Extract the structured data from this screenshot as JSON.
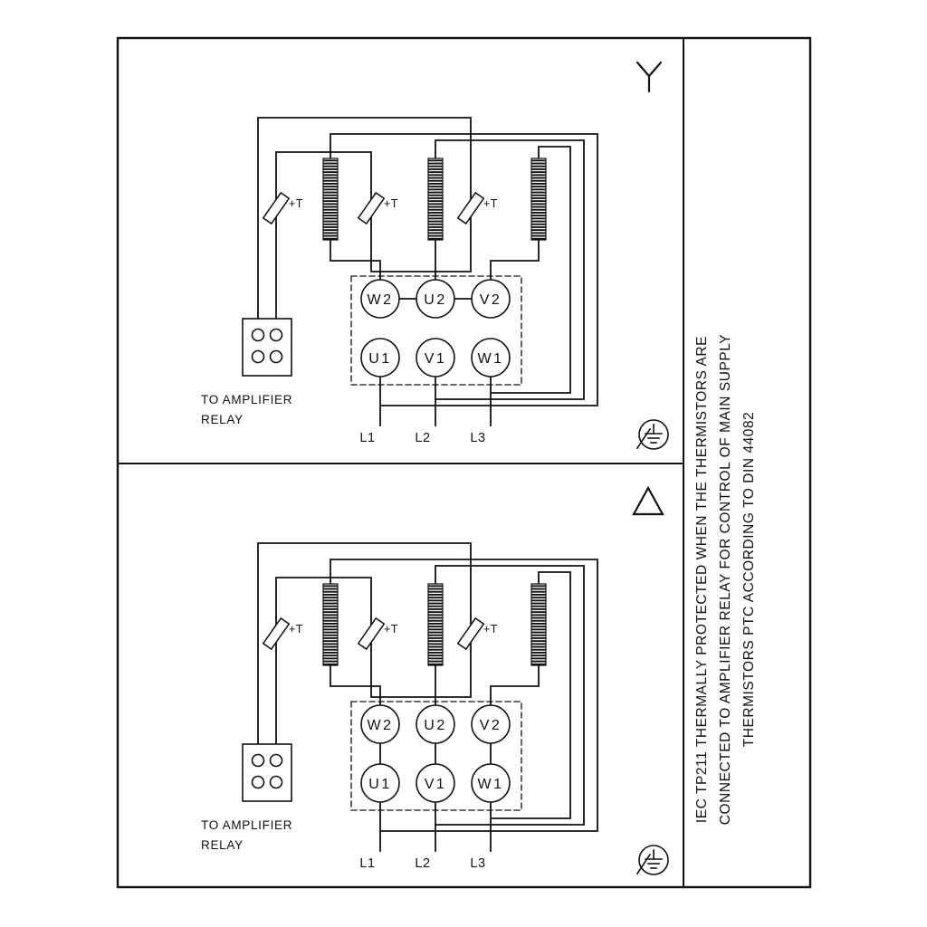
{
  "colors": {
    "line": "#111111",
    "background": "#ffffff"
  },
  "sidebar_note": {
    "lines": [
      "IEC TP211 THERMALLY PROTECTED WHEN THE THERMISTORS ARE",
      "CONNECTED TO AMPLIFIER RELAY FOR CONTROL OF MAIN SUPPLY",
      "THERMISTORS PTC ACCORDING TO DIN 44082"
    ]
  },
  "panels": [
    {
      "connection": "star",
      "connection_icon": "star-symbol",
      "terminals_top": [
        "W2",
        "U2",
        "V2"
      ],
      "terminals_bottom": [
        "U1",
        "V1",
        "W1"
      ],
      "supply_labels": [
        "L1",
        "L2",
        "L3"
      ],
      "thermistor_labels": [
        "+T",
        "+T",
        "+T"
      ],
      "relay_caption_line1": "TO AMPLIFIER",
      "relay_caption_line2": "RELAY",
      "ground_icon": "protective-earth-symbol"
    },
    {
      "connection": "delta",
      "connection_icon": "delta-symbol",
      "terminals_top": [
        "W2",
        "U2",
        "V2"
      ],
      "terminals_bottom": [
        "U1",
        "V1",
        "W1"
      ],
      "supply_labels": [
        "L1",
        "L2",
        "L3"
      ],
      "thermistor_labels": [
        "+T",
        "+T",
        "+T"
      ],
      "relay_caption_line1": "TO AMPLIFIER",
      "relay_caption_line2": "RELAY",
      "ground_icon": "protective-earth-symbol"
    }
  ]
}
